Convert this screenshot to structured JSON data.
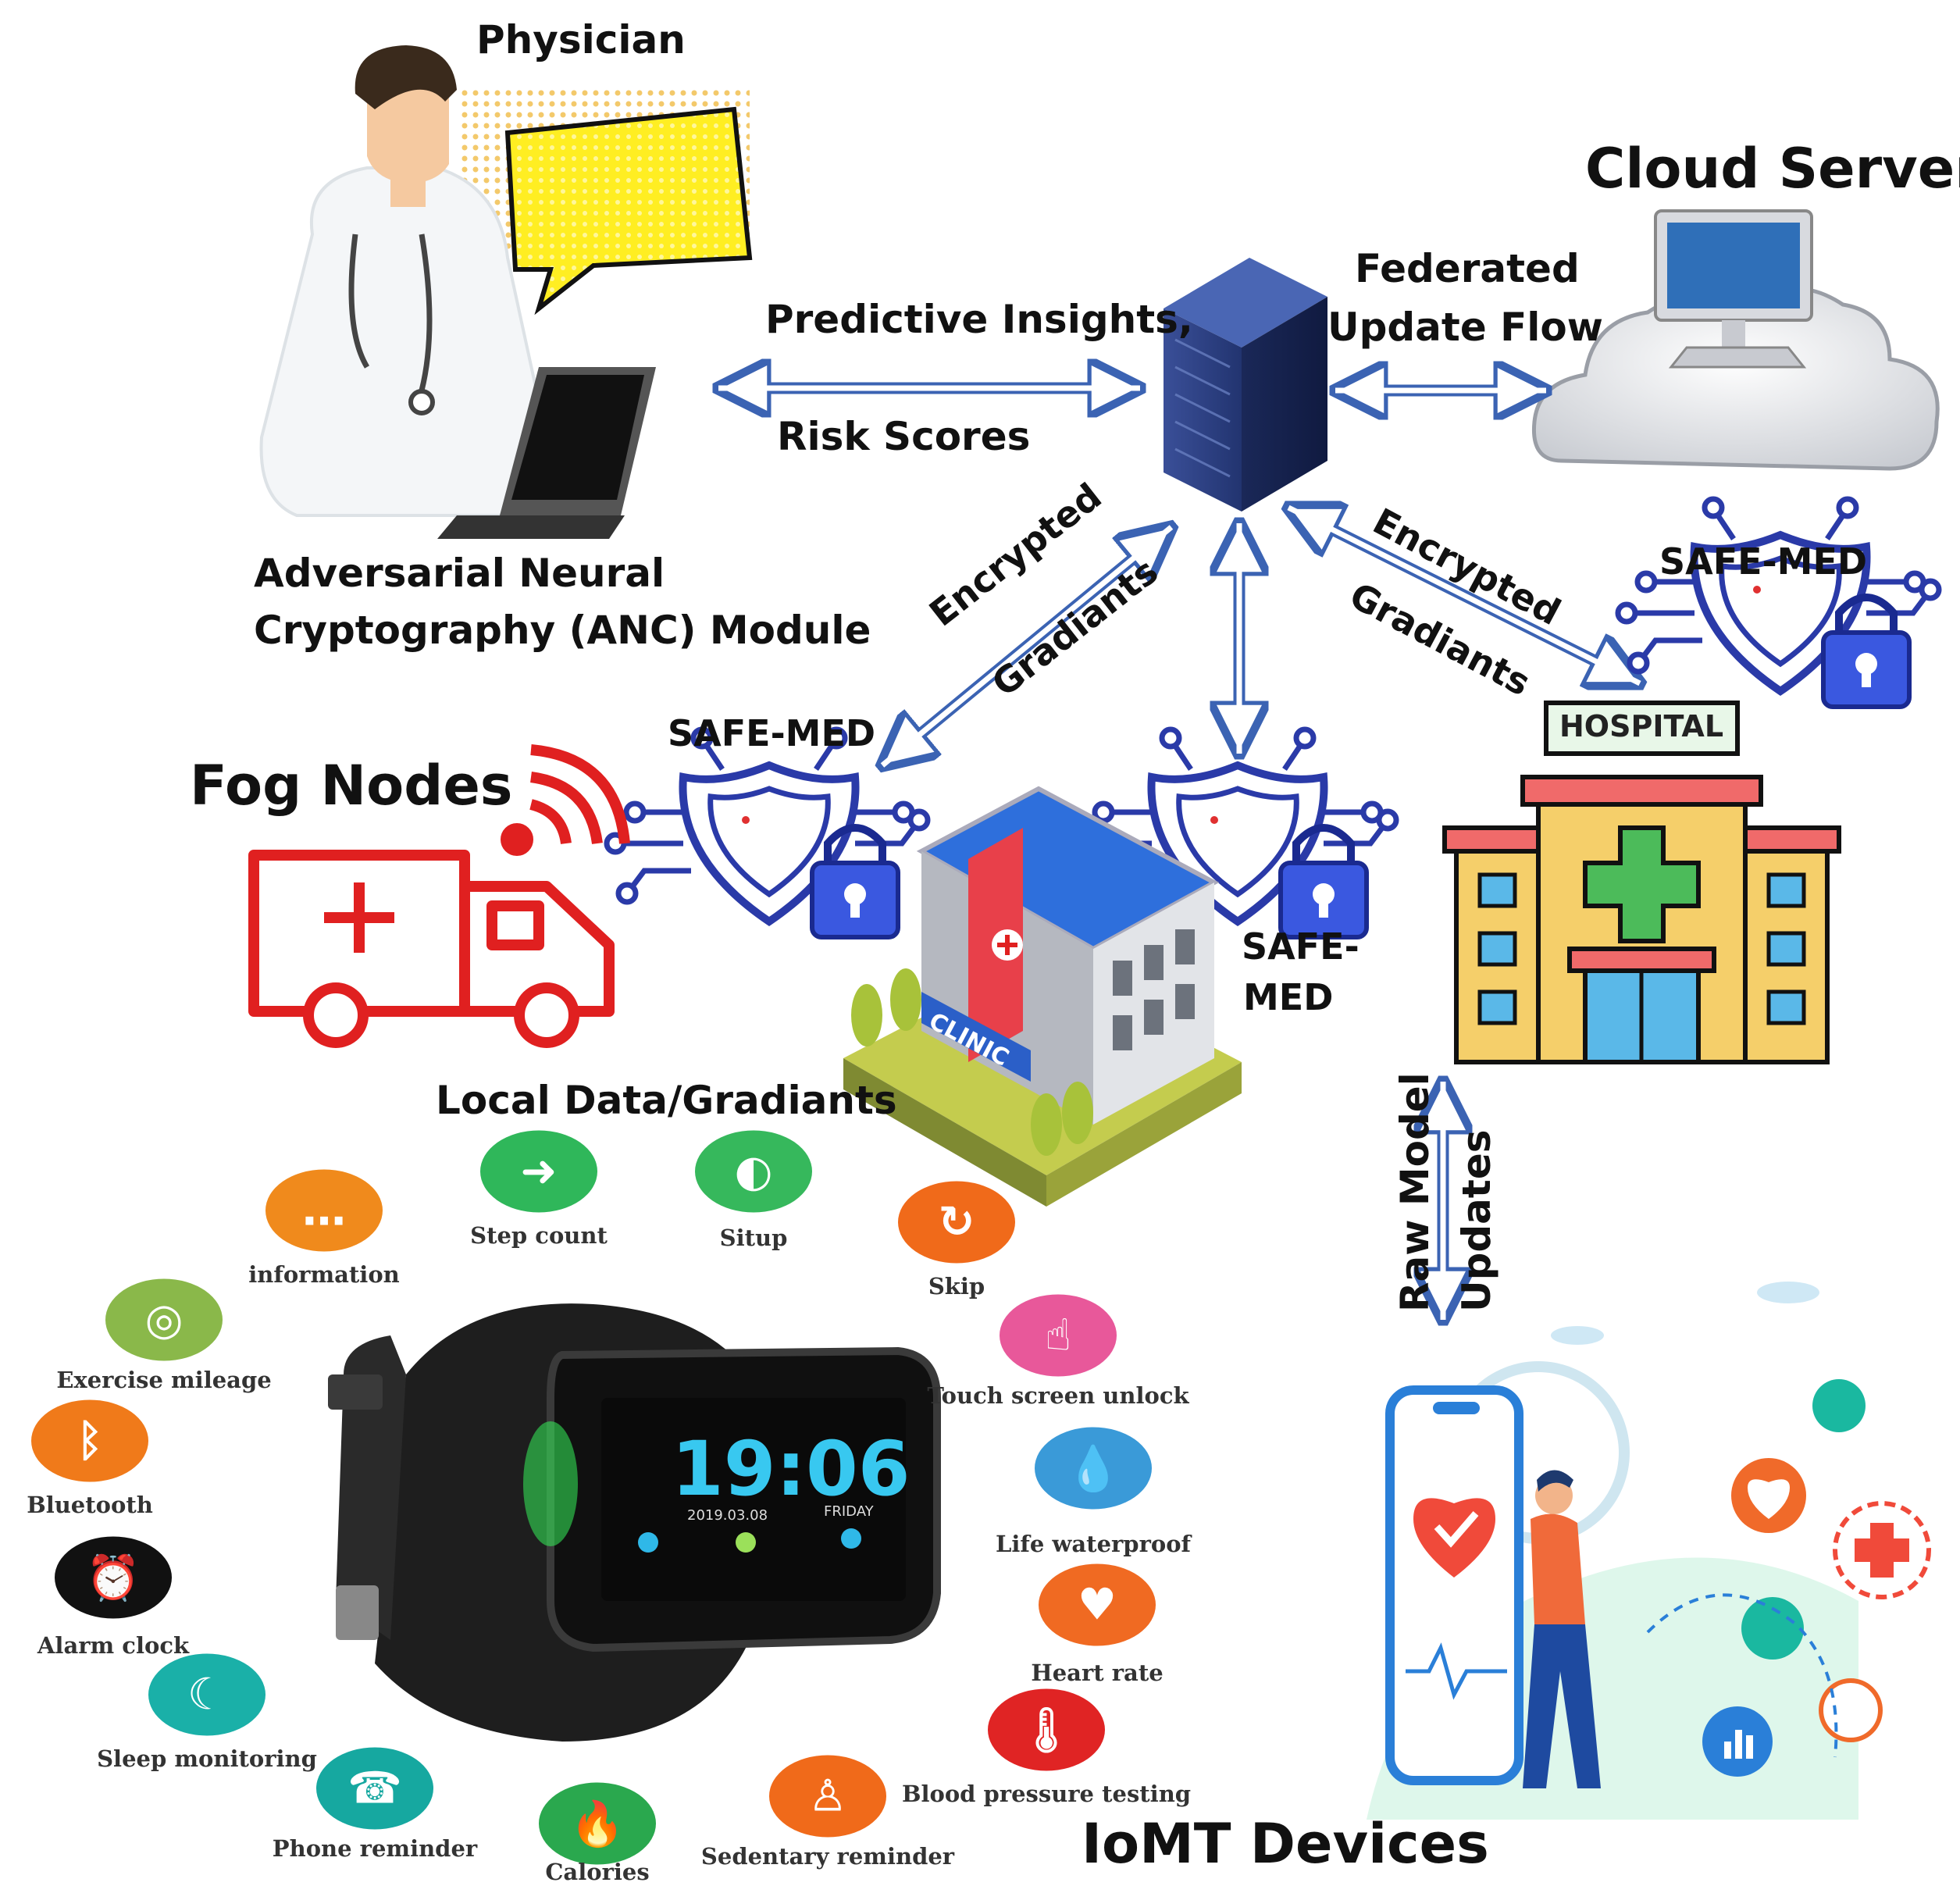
{
  "labels": {
    "physician": "Physician",
    "cloud_server": "Cloud Server",
    "federated_line1": "Federated",
    "federated_line2": "Update Flow",
    "predictive": "Predictive Insights,",
    "risk": "Risk Scores",
    "anc_line1": "Adversarial Neural",
    "anc_line2": "Cryptography (ANC) Module",
    "encrypted": "Encrypted",
    "gradiants": "Gradiants",
    "safe_med": "SAFE-MED",
    "safe_med_split1": "SAFE-",
    "safe_med_split2": "MED",
    "fog_nodes": "Fog Nodes",
    "hospital": "HOSPITAL",
    "clinic": "CLINIC",
    "local_data": "Local Data/Gradiants",
    "raw_model": "Raw Model",
    "updates": "Updates",
    "iomt": "IoMT Devices"
  },
  "watch": {
    "time": "19:06",
    "date": "2019.03.08",
    "day": "FRIDAY"
  },
  "features": [
    {
      "label": "Step count",
      "color": "#2fb75a"
    },
    {
      "label": "Situp",
      "color": "#36b85c"
    },
    {
      "label": "information",
      "color": "#f08a1c"
    },
    {
      "label": "Skip",
      "color": "#f06a1a"
    },
    {
      "label": "Exercise mileage",
      "color": "#8ab84a"
    },
    {
      "label": "Touch screen unlock",
      "color": "#e8589a"
    },
    {
      "label": "Bluetooth",
      "color": "#f07a1a"
    },
    {
      "label": "Life waterproof",
      "color": "#3a9ad8"
    },
    {
      "label": "Alarm clock",
      "color": "#111111"
    },
    {
      "label": "Heart rate",
      "color": "#f06a22"
    },
    {
      "label": "Sleep monitoring",
      "color": "#1ab0a8"
    },
    {
      "label": "Blood pressure testing",
      "color": "#e02424"
    },
    {
      "label": "Phone reminder",
      "color": "#16a8a0"
    },
    {
      "label": "Calories",
      "color": "#2aa84e"
    },
    {
      "label": "Sedentary reminder",
      "color": "#f06a1a"
    }
  ],
  "colors": {
    "arrow": "#3b63b3",
    "shield": "#2a3aa8",
    "ambulance": "#e02020",
    "hospital_wall": "#f5cf6a",
    "hospital_roof": "#f06a6a",
    "server": "#2b3f80",
    "speech": "#ffee22"
  }
}
